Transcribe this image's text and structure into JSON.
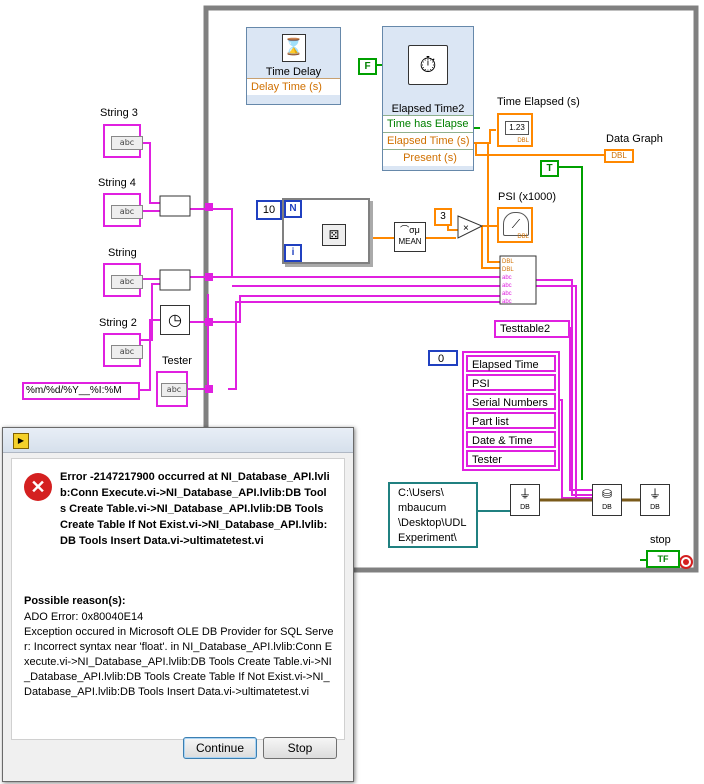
{
  "diagram": {
    "string_controls": [
      {
        "label": "String 3",
        "inner": "abc"
      },
      {
        "label": "String 4",
        "inner": "abc"
      },
      {
        "label": "String",
        "inner": "abc"
      },
      {
        "label": "String 2",
        "inner": "abc"
      }
    ],
    "tester": {
      "label": "Tester",
      "inner": "abc"
    },
    "format_string": "%m/%d/%Y__%I:%M",
    "time_delay": {
      "title": "Time Delay",
      "param": "Delay Time (s)"
    },
    "false_const": "F",
    "elapsed_time": {
      "title": "Elapsed Time2",
      "rows": [
        "Time has Elapse",
        "Elapsed Time (s)",
        "Present (s)"
      ]
    },
    "time_elapsed_indicator": {
      "label": "Time Elapsed (s)",
      "value": "1.23",
      "type": "DBL"
    },
    "data_graph": {
      "label": "Data Graph",
      "type": "DBL"
    },
    "true_const": "T",
    "loop_count": "10",
    "loop_n": "N",
    "loop_i": "i",
    "mean_label": "MEAN",
    "const_three": "3",
    "psi_indicator": {
      "label": "PSI (x1000)",
      "type": "DBL"
    },
    "build_array_types": [
      "DBL",
      "DBL",
      "abc",
      "abc",
      "abc",
      "abc"
    ],
    "table_name": "Testtable2",
    "column_index": "0",
    "columns": [
      "Elapsed Time",
      "PSI",
      "Serial Numbers",
      "Part list",
      "Date & Time",
      "Tester"
    ],
    "path_lines": [
      "C:\\Users\\",
      "mbaucum",
      "\\Desktop\\UDL",
      "Experiment\\"
    ],
    "db_label": "DB",
    "stop": {
      "label": "stop",
      "value": "TF"
    }
  },
  "dialog": {
    "error_title": "Error -2147217900 occurred at NI_Database_API.lvlib:Conn Execute.vi->NI_Database_API.lvlib:DB Tools Create Table.vi->NI_Database_API.lvlib:DB Tools Create Table If Not Exist.vi->NI_Database_API.lvlib:DB Tools Insert Data.vi->ultimatetest.vi",
    "reason_heading": "Possible reason(s):",
    "reason_body": "ADO Error: 0x80040E14\nException occured in Microsoft OLE DB Provider for SQL Server: Incorrect syntax near 'float'. in NI_Database_API.lvlib:Conn Execute.vi->NI_Database_API.lvlib:DB Tools Create Table.vi->NI_Database_API.lvlib:DB Tools Create Table If Not Exist.vi->NI_Database_API.lvlib:DB Tools Insert Data.vi->ultimatetest.vi",
    "continue_label": "Continue",
    "stop_label": "Stop"
  },
  "colors": {
    "string_wire": "#e020e0",
    "numeric_wire": "#ff8800",
    "boolean_wire": "#00a000",
    "loop_border": "#808080",
    "error_red": "#d42020",
    "path_teal": "#208080"
  }
}
